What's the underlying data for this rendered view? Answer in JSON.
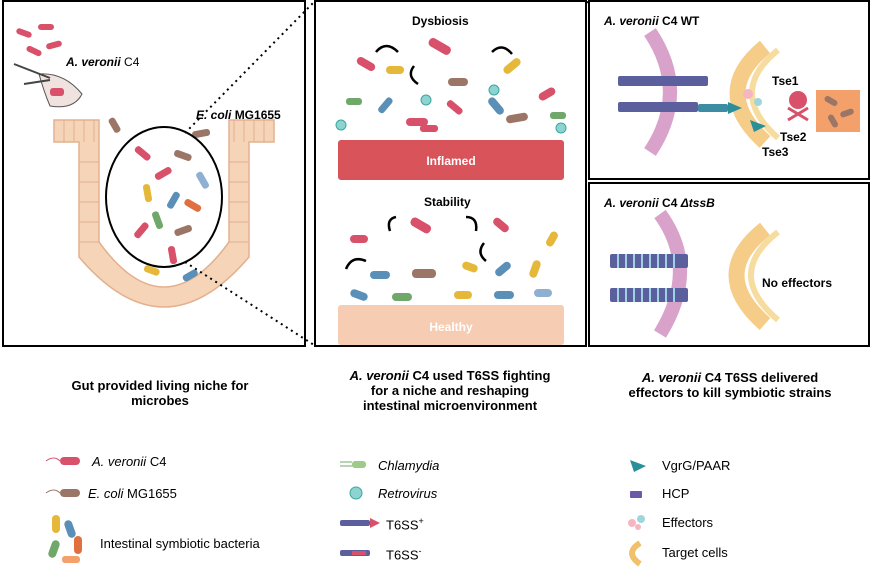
{
  "panel1": {
    "label_averonii": "A. veronii",
    "label_averonii_strain": "C4",
    "label_ecoli": "E. coli",
    "label_ecoli_strain": "MG1655"
  },
  "panel2": {
    "dysbiosis": "Dysbiosis",
    "inflamed": "Inflamed",
    "stability": "Stability",
    "healthy": "Healthy"
  },
  "panel3": {
    "title_species": "A. veronii",
    "title_rest": "C4 WT",
    "tse1": "Tse1",
    "tse2": "Tse2",
    "tse3": "Tse3"
  },
  "panel4": {
    "title_species": "A. veronii",
    "title_strain": "C4",
    "title_mutant": "ΔtssB",
    "no_effectors": "No effectors"
  },
  "captions": {
    "left_line1": "Gut provided living niche for",
    "left_line2": "microbes",
    "mid_species": "A. veronii",
    "mid_line1_rest": "C4 used T6SS fighting",
    "mid_line2": "for a niche and reshaping",
    "mid_line3": "intestinal microenvironment",
    "right_species": "A. veronii",
    "right_line1_rest": "C4 T6SS delivered",
    "right_line2": "effectors to kill symbiotic strains"
  },
  "legend": {
    "averonii_species": "A. veronii",
    "averonii_strain": "C4",
    "ecoli_species": "E. coli",
    "ecoli_strain": "MG1655",
    "symbiotic": "Intestinal symbiotic bacteria",
    "chlamydia": "Chlamydia",
    "retrovirus": "Retrovirus",
    "t6ss_plus_base": "T6SS",
    "t6ss_plus_sup": "+",
    "t6ss_minus_base": "T6SS",
    "t6ss_minus_sup": "-",
    "vgrg": "VgrG/PAAR",
    "hcp": "HCP",
    "effectors": "Effectors",
    "target_cells": "Target cells"
  },
  "colors": {
    "averonii": "#d9506a",
    "ecoli": "#9b7565",
    "inflamed": "#d9535a",
    "healthy": "#f6cdb3",
    "membrane": "#c77bb5",
    "target": "#f2c06a",
    "effector_box": "#f4a06b"
  }
}
